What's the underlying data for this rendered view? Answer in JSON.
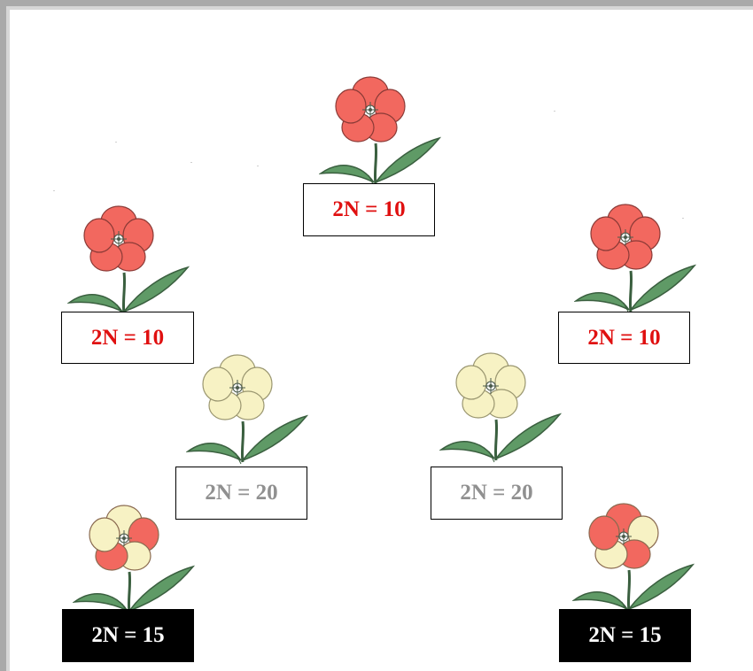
{
  "colors": {
    "red_text": "#e01010",
    "gray_text": "#909090",
    "black_bg": "#000000",
    "red_petal": "#f2685f",
    "cream_petal": "#f7f2c4",
    "leaf": "#5f9a66"
  },
  "diagram": {
    "top": {
      "label": "2N = 10"
    },
    "left_parent": {
      "label": "2N = 10"
    },
    "right_parent": {
      "label": "2N = 10"
    },
    "left_tetraploid": {
      "label": "2N = 20"
    },
    "right_tetraploid": {
      "label": "2N = 20"
    },
    "left_hybrid": {
      "label": "2N = 15"
    },
    "right_hybrid": {
      "label": "2N = 15"
    }
  }
}
